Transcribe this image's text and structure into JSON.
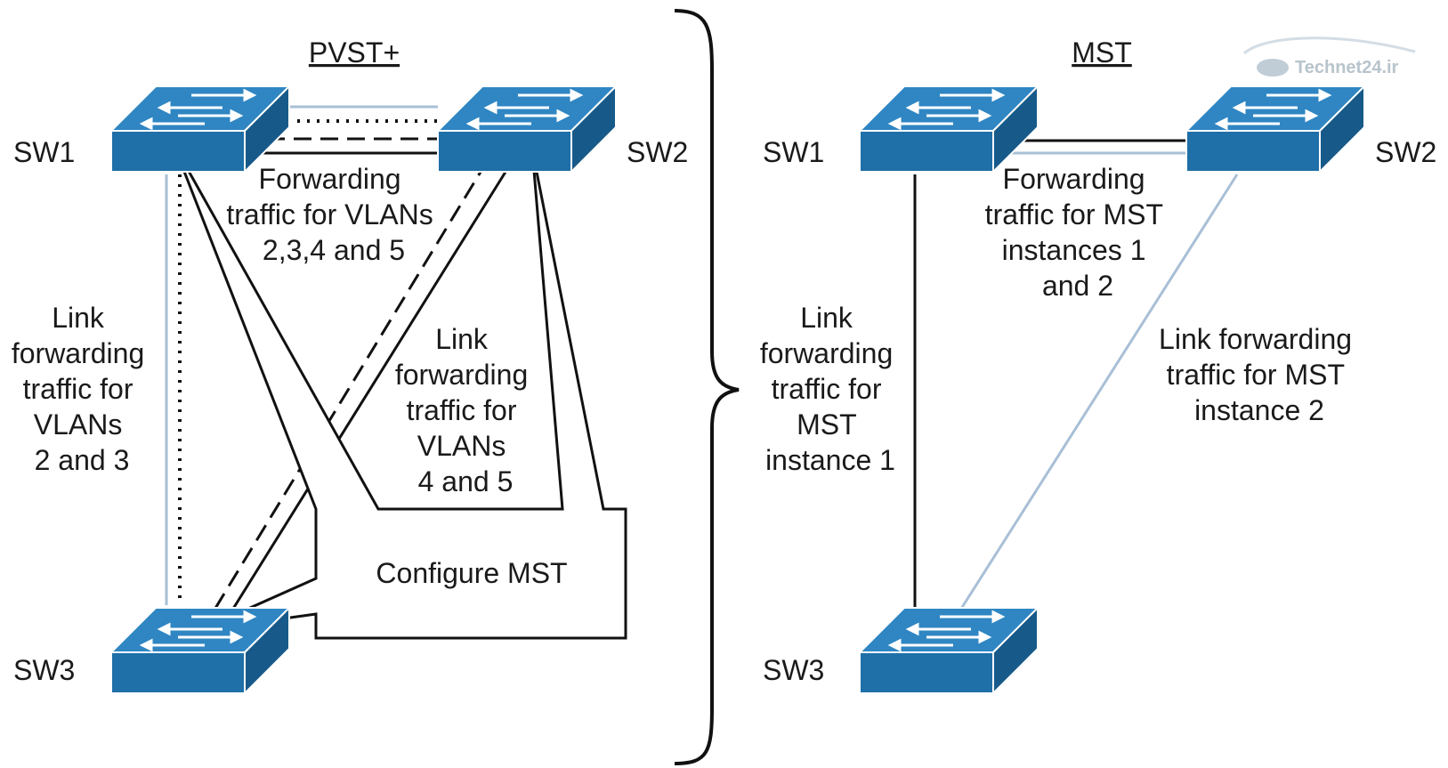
{
  "pvst": {
    "title": "PVST+",
    "switches": {
      "sw1": "SW1",
      "sw2": "SW2",
      "sw3": "SW3"
    },
    "top_link_label": [
      "Forwarding",
      "traffic for VLANs",
      "2,3,4 and 5"
    ],
    "left_link_label": [
      "Link",
      "forwarding",
      "traffic for",
      "VLANs",
      "2 and 3"
    ],
    "diag_link_label": [
      "Link",
      "forwarding",
      "traffic for",
      "VLANs",
      "4 and 5"
    ],
    "callout": "Configure MST"
  },
  "mst": {
    "title": "MST",
    "switches": {
      "sw1": "SW1",
      "sw2": "SW2",
      "sw3": "SW3"
    },
    "top_link_label": [
      "Forwarding",
      "traffic for MST",
      "instances 1",
      "and 2"
    ],
    "left_link_label": [
      "Link",
      "forwarding",
      "traffic for",
      "MST",
      "instance 1"
    ],
    "diag_link_label": [
      "Link forwarding",
      "traffic for MST",
      "instance 2"
    ]
  },
  "watermark": "Technet24.ir",
  "colors": {
    "switch_face": "#1f6fa8",
    "switch_top": "#2f86c3",
    "switch_side": "#175a8a",
    "link_black": "#111111",
    "link_blue": "#a8bfd6"
  }
}
